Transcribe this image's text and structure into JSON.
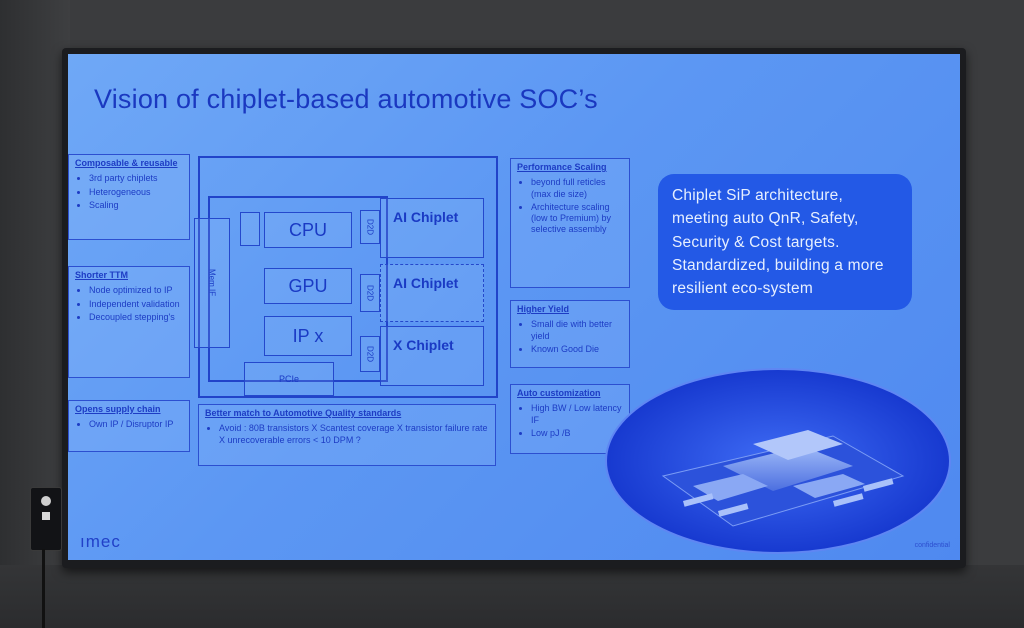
{
  "slide": {
    "title": "Vision of chiplet-based automotive SOC’s",
    "logo": "ımec",
    "footer_note": "confidential"
  },
  "left_boxes": [
    {
      "header": "Composable & reusable",
      "items": [
        "3rd party chiplets",
        "Heterogeneous",
        "Scaling"
      ]
    },
    {
      "header": "Shorter TTM",
      "items": [
        "Node optimized to IP",
        "Independent validation",
        "Decoupled stepping's"
      ]
    },
    {
      "header": "Opens supply chain",
      "items": [
        "Own IP / Disruptor IP"
      ]
    }
  ],
  "soc": {
    "mem_label": "Mem IF",
    "cpu": "CPU",
    "gpu": "GPU",
    "ipx": "IP x",
    "pcie": "PCIe",
    "d2d_labels": [
      "D2D",
      "D2D",
      "D2D"
    ],
    "chiplets": [
      "AI Chiplet",
      "AI Chiplet",
      "X Chiplet"
    ]
  },
  "bottom_box": {
    "header": "Better match to Automotive Quality standards",
    "item": "Avoid : 80B transistors X Scantest coverage X transistor failure rate X unrecoverable errors < 10 DPM ?"
  },
  "right_boxes": [
    {
      "header": "Performance Scaling",
      "items": [
        "beyond full reticles (max die size)",
        "Architecture scaling (low to Premium) by selective assembly"
      ]
    },
    {
      "header": "Higher Yield",
      "items": [
        "Small die with better yield",
        "Known Good Die"
      ]
    },
    {
      "header": "Auto customization",
      "items": [
        "High BW / Low latency IF",
        "Low pJ /B"
      ]
    }
  ],
  "callout": {
    "text": "Chiplet SiP architecture, meeting auto QnR, Safety, Security & Cost targets. Standardized, building a more resilient eco-system"
  }
}
